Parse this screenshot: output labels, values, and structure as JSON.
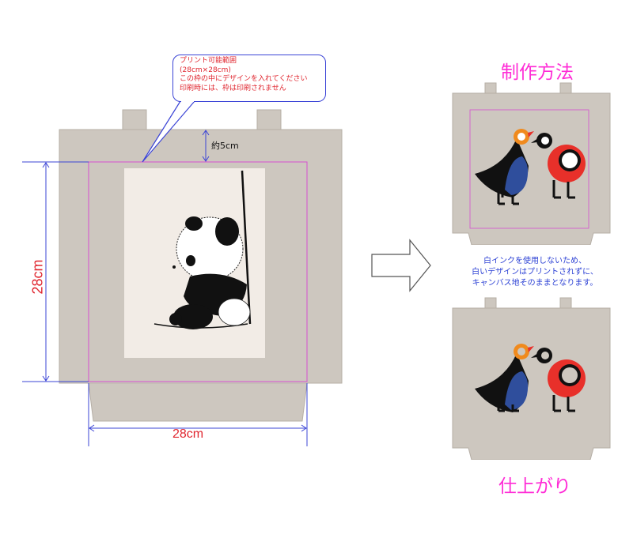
{
  "callout": {
    "lines": [
      "プリント可能範囲",
      "(28cm×28cm)",
      "この枠の中にデザインを入れてください",
      "印刷時には、枠は印刷されません"
    ]
  },
  "top_margin_label": "約5cm",
  "height_label": "28cm",
  "width_label": "28cm",
  "method_heading": "制作方法",
  "finished_heading": "仕上がり",
  "note_lines": [
    "白インクを使用しないため、",
    "白いデザインはプリントされずに、",
    "キャンバス地そのままとなります。"
  ],
  "colors": {
    "canvas": "#cdc7bf",
    "print_frame": "#d64fd1",
    "dimension_line": "#3b44d6",
    "label_red": "#e0262f",
    "heading_magenta": "#ff2bd6",
    "bird_blue": "#2f4e9c",
    "bird_red": "#e8302a",
    "beak_orange": "#f08a1d"
  }
}
